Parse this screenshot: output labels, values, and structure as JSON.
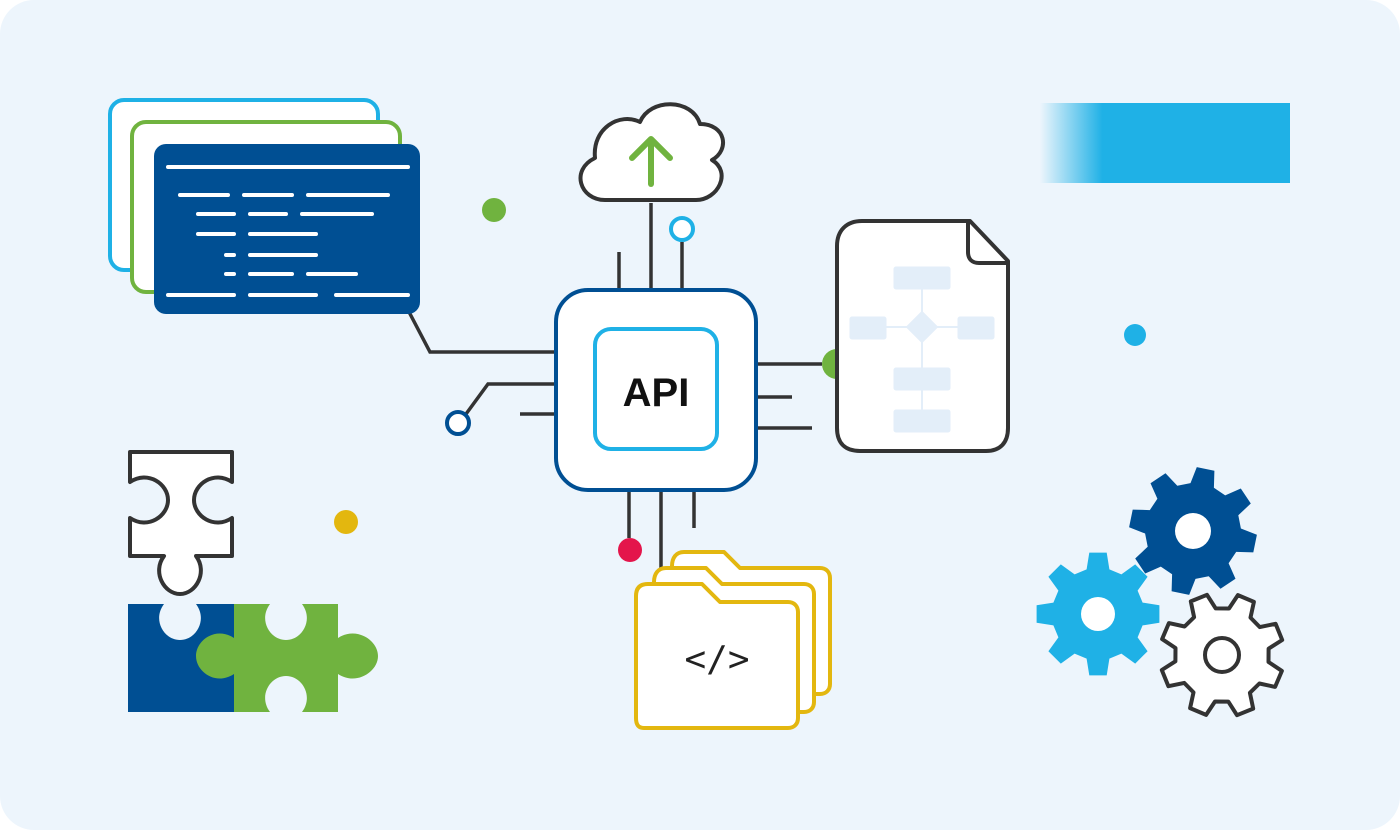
{
  "hub": {
    "label": "API"
  },
  "code_folder": {
    "glyph": "</>"
  },
  "icons": [
    "code-window-stack",
    "cloud-upload",
    "api-chip",
    "flowchart-document",
    "puzzle-pieces",
    "code-folders",
    "gears"
  ],
  "colors": {
    "background": "#edf5fc",
    "navy": "#004f93",
    "sky_blue": "#1fb1e6",
    "green": "#70b33f",
    "yellow": "#e3b70f",
    "red": "#e4154b",
    "outline": "#333333",
    "node_grey": "#e3eef9"
  }
}
